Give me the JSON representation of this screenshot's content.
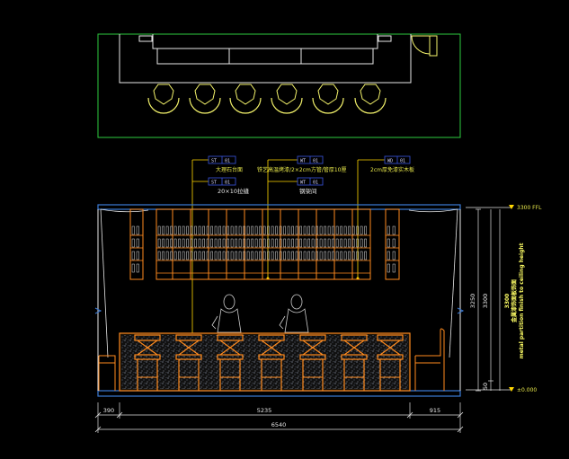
{
  "colors": {
    "background": "#000000",
    "frame_green": "#2ecc40",
    "plan_white": "#e8e8e8",
    "stool_yellow": "#f4f36b",
    "cabinet_orange": "#ff8a1e",
    "counter_blue": "#3b7bd6",
    "leader_yellow": "#ffd700",
    "tag_blue": "#3a56e0",
    "dim_white": "#e0e0e0"
  },
  "callouts": [
    {
      "code": "ST",
      "num": "01",
      "text": "大理石台面"
    },
    {
      "code": "ST",
      "num": "01",
      "text": "20×10拉缝"
    },
    {
      "code": "WT",
      "num": "01",
      "text": "铁艺高温烤漆/2×2cm方管/管厚10厘"
    },
    {
      "code": "WT",
      "num": "01",
      "text": "钢架间"
    },
    {
      "code": "WD",
      "num": "01",
      "text": "2cm厚免漆实木板"
    }
  ],
  "elevation": {
    "top_level": "3300 FFL",
    "floor_level": "±0.000",
    "note_cn": "金属漆饰面板饰面",
    "note_en": "metal partition finish to ceiling height",
    "vertical_dims": [
      "3300",
      "3250",
      "3300",
      "50"
    ]
  },
  "dimensions": {
    "segments": [
      "390",
      "5235",
      "915"
    ],
    "total": "6540"
  }
}
